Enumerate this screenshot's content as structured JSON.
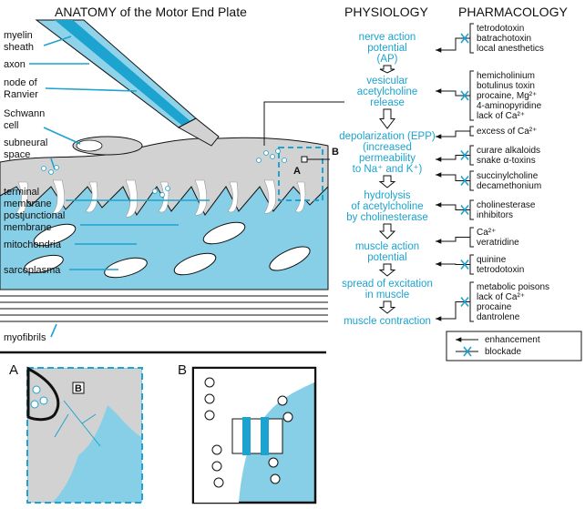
{
  "colors": {
    "cyan": "#1ca3cf",
    "cyan_light": "#8fd3ea",
    "muscle": "#86cfe6",
    "gray": "#cfcfcf",
    "ink": "#111111"
  },
  "headers": {
    "anatomy": "ANATOMY of the Motor End Plate",
    "physiology": "PHYSIOLOGY",
    "pharmacology": "PHARMACOLOGY"
  },
  "anatomy_labels": [
    {
      "lines": [
        "myelin",
        "sheath"
      ]
    },
    {
      "lines": [
        "axon"
      ]
    },
    {
      "lines": [
        "node of",
        "Ranvier"
      ]
    },
    {
      "lines": [
        "Schwann",
        "cell"
      ]
    },
    {
      "lines": [
        "subneural",
        "space"
      ]
    },
    {
      "lines": [
        "terminal",
        "membrane"
      ]
    },
    {
      "lines": [
        "postjunctional",
        "membrane"
      ]
    },
    {
      "lines": [
        "mitochondria"
      ]
    },
    {
      "lines": [
        "sarcoplasma"
      ]
    },
    {
      "lines": [
        "myofibrils"
      ]
    }
  ],
  "callouts": {
    "A": "A",
    "B": "B"
  },
  "physiology_steps": [
    {
      "lines": [
        "nerve action",
        "potential",
        "(AP)"
      ]
    },
    {
      "lines": [
        "vesicular",
        "acetylcholine",
        "release"
      ]
    },
    {
      "lines": [
        "depolarization (EPP)",
        "(increased",
        "permeability",
        "to Na⁺ and K⁺)"
      ]
    },
    {
      "lines": [
        "hydrolysis",
        "of acetylcholine",
        "by cholinesterase"
      ]
    },
    {
      "lines": [
        "muscle action",
        "potential"
      ]
    },
    {
      "lines": [
        "spread of excitation",
        "in muscle"
      ]
    },
    {
      "lines": [
        "muscle contraction"
      ]
    }
  ],
  "pharmacology_groups": [
    {
      "effect": "blockade",
      "lines": [
        "tetrodotoxin",
        "batrachotoxin",
        "local anesthetics"
      ]
    },
    {
      "effect": "blockade",
      "lines": [
        "hemicholinium",
        "botulinus toxin",
        "procaine, Mg²⁺",
        "4-aminopyridine",
        "lack of Ca²⁺"
      ]
    },
    {
      "effect": "enhancement",
      "lines": [
        "excess of Ca²⁺"
      ]
    },
    {
      "effect": "blockade",
      "lines": [
        "curare alkaloids",
        "snake α-toxins"
      ]
    },
    {
      "effect": "blockade",
      "lines": [
        "succinylcholine",
        "decamethonium"
      ]
    },
    {
      "effect": "blockade",
      "lines": [
        "cholinesterase",
        "inhibitors"
      ]
    },
    {
      "effect": "enhancement",
      "lines": [
        "Ca²⁺",
        "veratridine"
      ]
    },
    {
      "effect": "blockade",
      "lines": [
        "quinine",
        "tetrodotoxin"
      ]
    },
    {
      "effect": "blockade",
      "lines": [
        "metabolic poisons",
        "lack of Ca²⁺",
        "procaine",
        "dantrolene"
      ]
    }
  ],
  "legend": [
    {
      "symbol": "arrow",
      "label": "enhancement"
    },
    {
      "symbol": "cross",
      "label": "blockade"
    }
  ],
  "insets": {
    "a": "A",
    "b": "B",
    "b_box": "B"
  }
}
